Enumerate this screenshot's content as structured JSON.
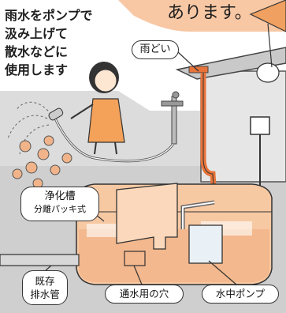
{
  "caption": {
    "lines": [
      "雨水をポンプで",
      "汲み上げて",
      "散水などに",
      "使用します"
    ]
  },
  "speech_bubble": {
    "text": "あります。"
  },
  "labels": {
    "gutter": "雨どい",
    "tank_line1": "浄化槽",
    "tank_line2": "分離パッキ式",
    "existing_pipe_line1": "既存",
    "existing_pipe_line2": "排水管",
    "water_hole": "通水用の穴",
    "pump": "水中ポンプ"
  },
  "colors": {
    "tank_fill": "#f7c9a3",
    "tank_dark": "#e8a878",
    "pipe_orange": "#e8743a",
    "ground": "#dcdcdc",
    "bubble_fill": "#f8c7a4"
  }
}
